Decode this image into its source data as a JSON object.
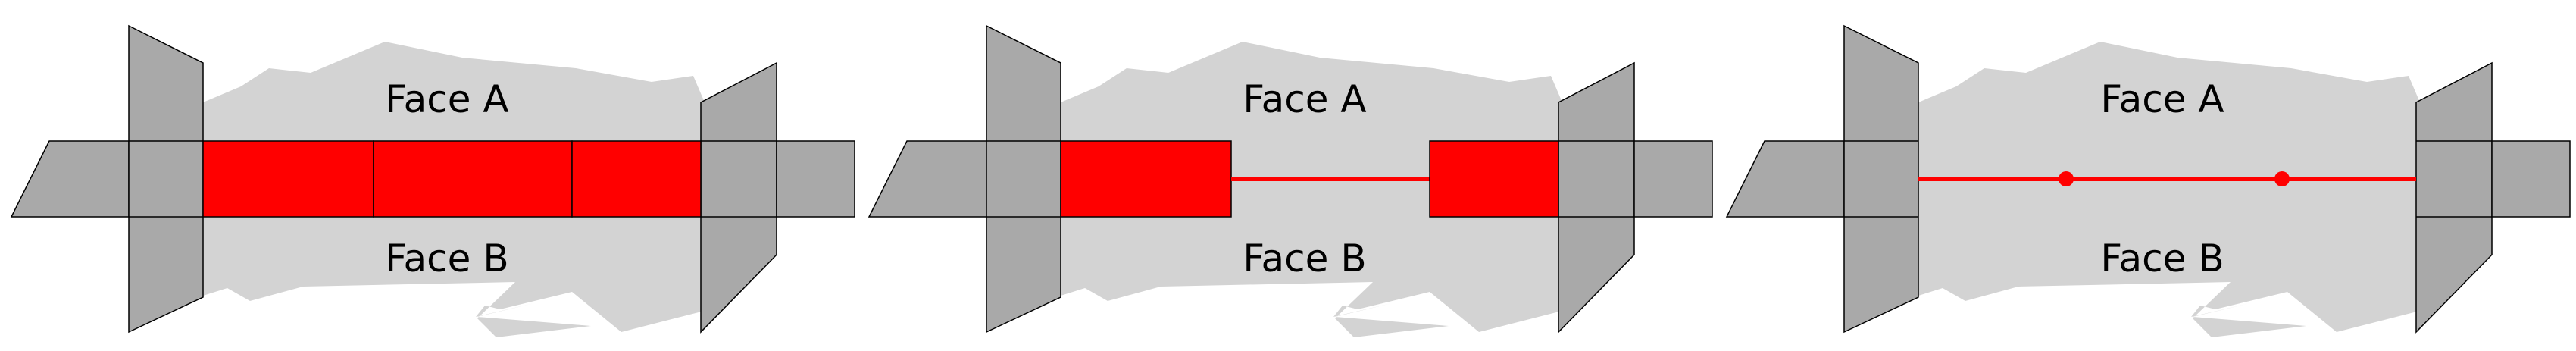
{
  "colors": {
    "dark_gray": "#a9a9a9",
    "light_gray": "#d3d3d3",
    "red": "#ff0000",
    "outline": "#000000"
  },
  "panels": [
    {
      "id": "panel-1",
      "face_a_label": "Face A",
      "face_b_label": "Face B"
    },
    {
      "id": "panel-2",
      "face_a_label": "Face A",
      "face_b_label": "Face B"
    },
    {
      "id": "panel-3",
      "face_a_label": "Face A",
      "face_b_label": "Face B"
    }
  ]
}
